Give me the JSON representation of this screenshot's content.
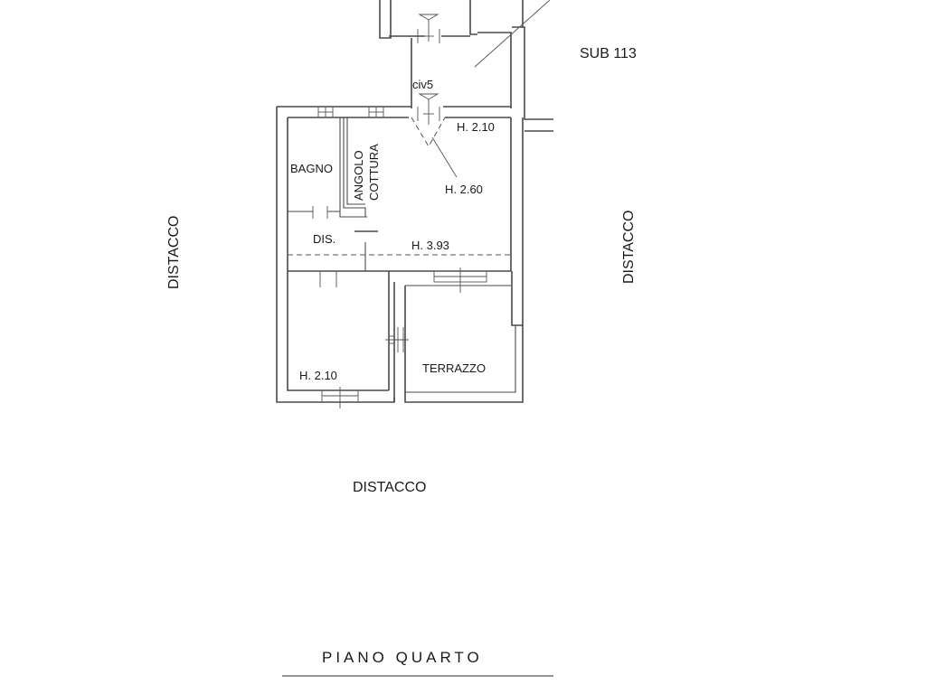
{
  "plan": {
    "sub_label": "SUB 113",
    "civ_label": "civ5",
    "rooms": {
      "bagno": "BAGNO",
      "angolo_1": "ANGOLO",
      "angolo_2": "COTTURA",
      "dis": "DIS.",
      "terrazzo": "TERRAZZO"
    },
    "heights": {
      "entrance": "H. 2.10",
      "living": "H. 2.60",
      "ridge": "H. 3.93",
      "bedroom": "H. 2.10"
    },
    "surroundings": {
      "left": "DISTACCO",
      "right": "DISTACCO",
      "bottom": "DISTACCO"
    },
    "title": "PIANO QUARTO"
  }
}
